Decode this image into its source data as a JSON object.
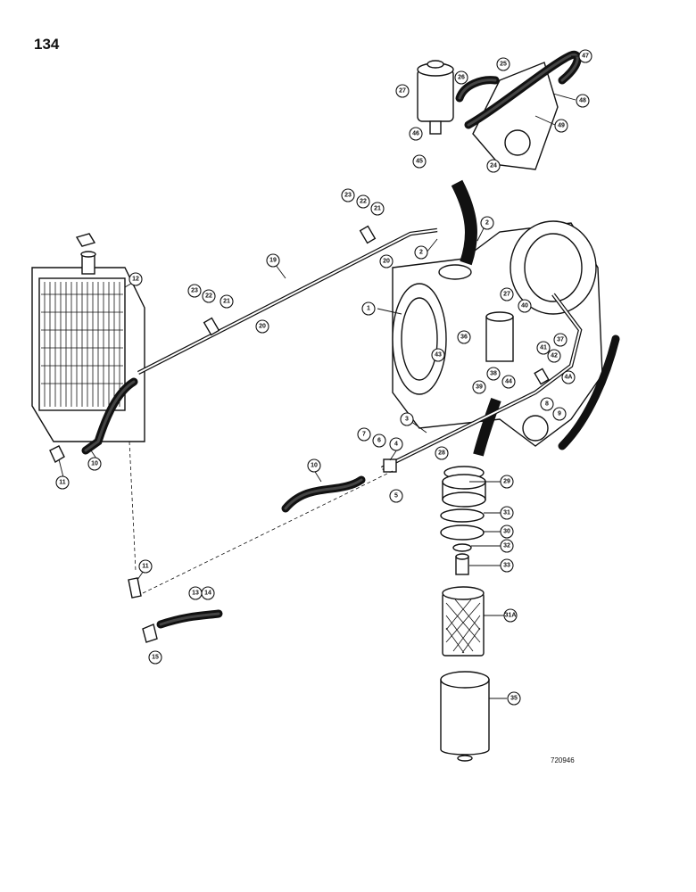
{
  "page": {
    "number": "134",
    "drawing_code": "720946"
  },
  "callouts": [
    {
      "id": "c-1",
      "label": "1"
    },
    {
      "id": "c-2a",
      "label": "2"
    },
    {
      "id": "c-2b",
      "label": "2"
    },
    {
      "id": "c-3",
      "label": "3"
    },
    {
      "id": "c-4",
      "label": "4"
    },
    {
      "id": "c-4a",
      "label": "4A"
    },
    {
      "id": "c-5",
      "label": "5"
    },
    {
      "id": "c-6",
      "label": "6"
    },
    {
      "id": "c-7",
      "label": "7"
    },
    {
      "id": "c-8",
      "label": "8"
    },
    {
      "id": "c-9",
      "label": "9"
    },
    {
      "id": "c-10a",
      "label": "10"
    },
    {
      "id": "c-10b",
      "label": "10"
    },
    {
      "id": "c-11a",
      "label": "11"
    },
    {
      "id": "c-11b",
      "label": "11"
    },
    {
      "id": "c-12",
      "label": "12"
    },
    {
      "id": "c-13",
      "label": "13"
    },
    {
      "id": "c-14",
      "label": "14"
    },
    {
      "id": "c-15",
      "label": "15"
    },
    {
      "id": "c-19",
      "label": "19"
    },
    {
      "id": "c-20a",
      "label": "20"
    },
    {
      "id": "c-20b",
      "label": "20"
    },
    {
      "id": "c-21a",
      "label": "21"
    },
    {
      "id": "c-21b",
      "label": "21"
    },
    {
      "id": "c-22a",
      "label": "22"
    },
    {
      "id": "c-22b",
      "label": "22"
    },
    {
      "id": "c-23a",
      "label": "23"
    },
    {
      "id": "c-23b",
      "label": "23"
    },
    {
      "id": "c-24",
      "label": "24"
    },
    {
      "id": "c-25",
      "label": "25"
    },
    {
      "id": "c-26",
      "label": "26"
    },
    {
      "id": "c-27a",
      "label": "27"
    },
    {
      "id": "c-27b",
      "label": "27"
    },
    {
      "id": "c-28",
      "label": "28"
    },
    {
      "id": "c-29",
      "label": "29"
    },
    {
      "id": "c-30",
      "label": "30"
    },
    {
      "id": "c-31",
      "label": "31"
    },
    {
      "id": "c-31a",
      "label": "31A"
    },
    {
      "id": "c-32",
      "label": "32"
    },
    {
      "id": "c-33",
      "label": "33"
    },
    {
      "id": "c-35",
      "label": "35"
    },
    {
      "id": "c-36",
      "label": "36"
    },
    {
      "id": "c-37",
      "label": "37"
    },
    {
      "id": "c-38",
      "label": "38"
    },
    {
      "id": "c-39",
      "label": "39"
    },
    {
      "id": "c-40",
      "label": "40"
    },
    {
      "id": "c-41",
      "label": "41"
    },
    {
      "id": "c-42",
      "label": "42"
    },
    {
      "id": "c-43",
      "label": "43"
    },
    {
      "id": "c-44",
      "label": "44"
    },
    {
      "id": "c-45",
      "label": "45"
    },
    {
      "id": "c-46",
      "label": "46"
    },
    {
      "id": "c-47",
      "label": "47"
    },
    {
      "id": "c-48",
      "label": "48"
    },
    {
      "id": "c-49",
      "label": "49"
    }
  ]
}
